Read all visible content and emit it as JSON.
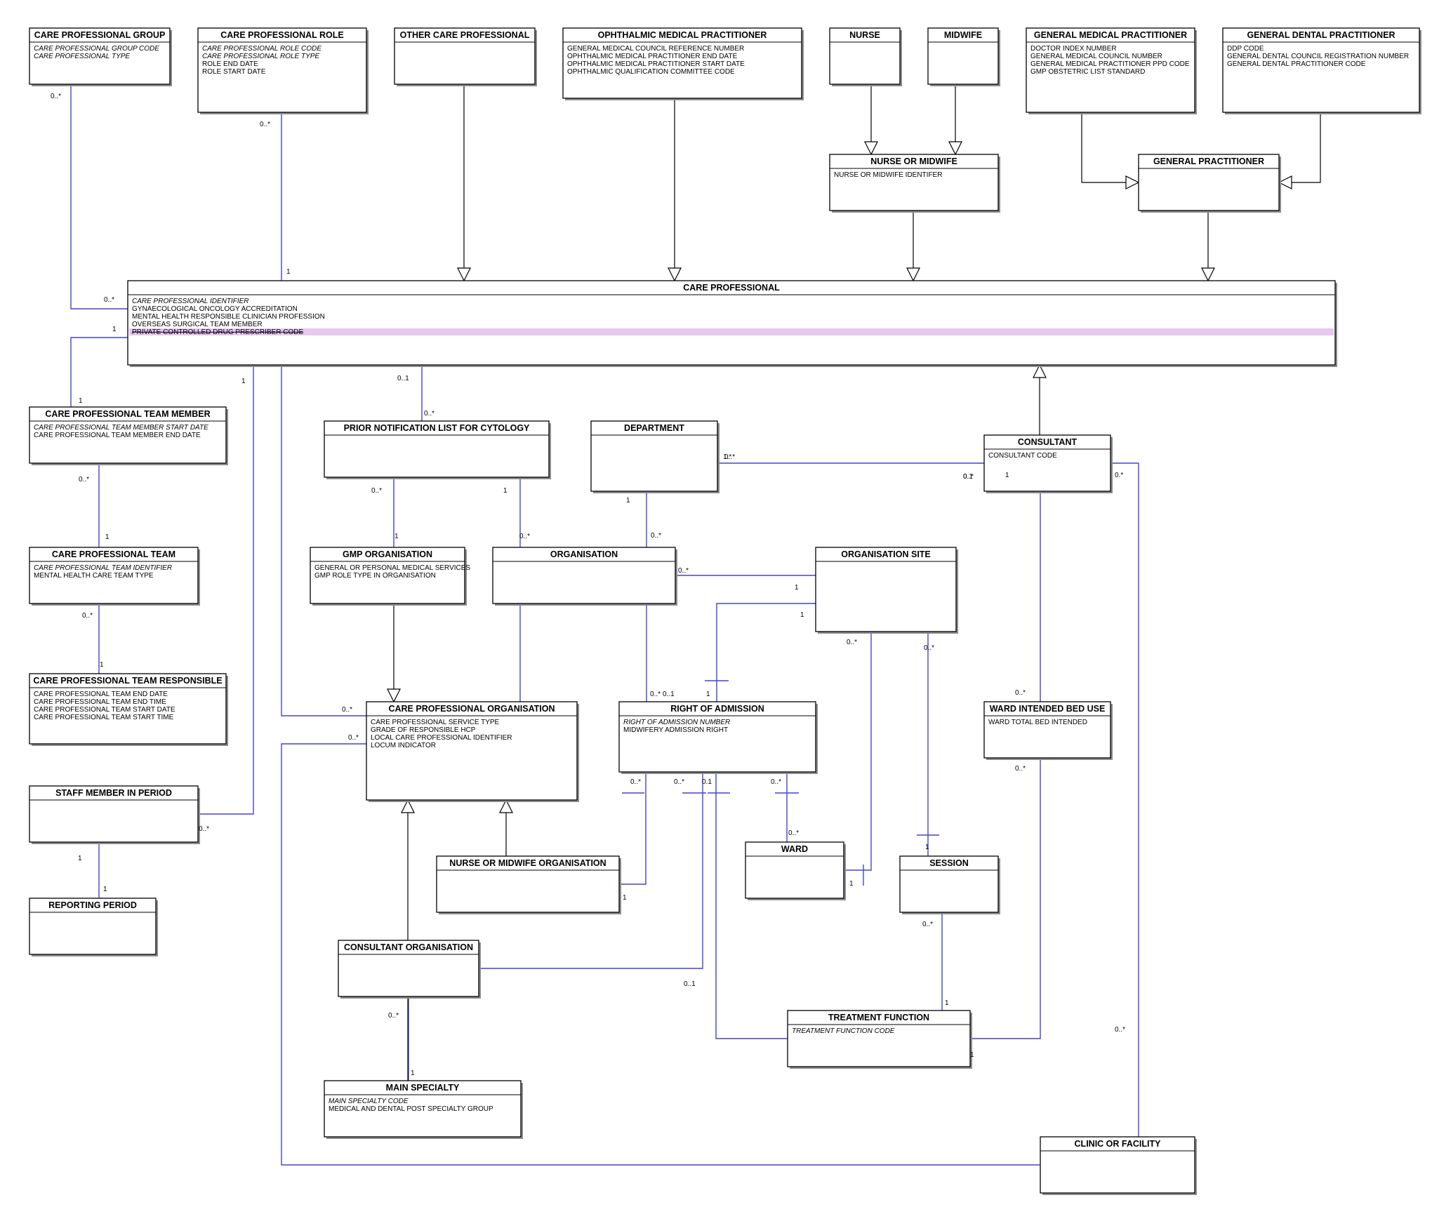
{
  "classes": {
    "cpg": {
      "name": "CARE PROFESSIONAL GROUP",
      "attributes": [
        {
          "text": "CARE PROFESSIONAL GROUP CODE",
          "key": true
        },
        {
          "text": "CARE PROFESSIONAL TYPE",
          "key": true
        }
      ]
    },
    "cpr": {
      "name": "CARE PROFESSIONAL ROLE",
      "attributes": [
        {
          "text": "CARE PROFESSIONAL ROLE CODE",
          "key": true
        },
        {
          "text": "CARE PROFESSIONAL ROLE TYPE",
          "key": true
        },
        {
          "text": "ROLE END DATE"
        },
        {
          "text": "ROLE START DATE"
        }
      ]
    },
    "ocp": {
      "name": "OTHER CARE PROFESSIONAL",
      "attributes": []
    },
    "omp": {
      "name": "OPHTHALMIC MEDICAL PRACTITIONER",
      "attributes": [
        {
          "text": "GENERAL MEDICAL COUNCIL REFERENCE NUMBER"
        },
        {
          "text": "OPHTHALMIC MEDICAL PRACTITIONER END DATE"
        },
        {
          "text": "OPHTHALMIC MEDICAL PRACTITIONER START DATE"
        },
        {
          "text": "OPHTHALMIC QUALIFICATION COMMITTEE CODE"
        }
      ]
    },
    "nurse": {
      "name": "NURSE",
      "attributes": []
    },
    "midwife": {
      "name": "MIDWIFE",
      "attributes": []
    },
    "gmp": {
      "name": "GENERAL MEDICAL PRACTITIONER",
      "attributes": [
        {
          "text": "DOCTOR INDEX NUMBER"
        },
        {
          "text": "GENERAL MEDICAL COUNCIL NUMBER"
        },
        {
          "text": "GENERAL MEDICAL PRACTITIONER PPD CODE"
        },
        {
          "text": "GMP OBSTETRIC LIST STANDARD"
        }
      ]
    },
    "gdp": {
      "name": "GENERAL DENTAL PRACTITIONER",
      "attributes": [
        {
          "text": "DDP CODE"
        },
        {
          "text": "GENERAL DENTAL COUNCIL REGISTRATION NUMBER"
        },
        {
          "text": "GENERAL DENTAL PRACTITIONER CODE"
        }
      ]
    },
    "nom": {
      "name": "NURSE OR MIDWIFE",
      "attributes": [
        {
          "text": "NURSE OR MIDWIFE IDENTIFER"
        }
      ]
    },
    "gp": {
      "name": "GENERAL PRACTITIONER",
      "attributes": []
    },
    "cp": {
      "name": "CARE PROFESSIONAL",
      "attributes": [
        {
          "text": "CARE PROFESSIONAL IDENTIFIER",
          "key": true
        },
        {
          "text": "GYNAECOLOGICAL ONCOLOGY ACCREDITATION"
        },
        {
          "text": "MENTAL HEALTH RESPONSIBLE CLINICIAN PROFESSION"
        },
        {
          "text": "OVERSEAS SURGICAL TEAM MEMBER"
        },
        {
          "text": "PRIVATE CONTROLLED DRUG PRESCRIBER CODE",
          "deprecated": true
        }
      ]
    },
    "cptm": {
      "name": "CARE PROFESSIONAL TEAM MEMBER",
      "attributes": [
        {
          "text": "CARE PROFESSIONAL TEAM MEMBER START DATE",
          "key": true
        },
        {
          "text": "CARE PROFESSIONAL TEAM MEMBER END DATE"
        }
      ]
    },
    "pnlc": {
      "name": "PRIOR NOTIFICATION LIST FOR CYTOLOGY",
      "attributes": []
    },
    "dept": {
      "name": "DEPARTMENT",
      "attributes": []
    },
    "cons": {
      "name": "CONSULTANT",
      "attributes": [
        {
          "text": "CONSULTANT CODE"
        }
      ]
    },
    "cpt": {
      "name": "CARE PROFESSIONAL TEAM",
      "attributes": [
        {
          "text": "CARE PROFESSIONAL TEAM IDENTIFIER",
          "key": true
        },
        {
          "text": "MENTAL HEALTH CARE TEAM TYPE"
        }
      ]
    },
    "gmpo": {
      "name": "GMP ORGANISATION",
      "attributes": [
        {
          "text": "GENERAL OR PERSONAL MEDICAL SERVICES"
        },
        {
          "text": "GMP ROLE TYPE IN ORGANISATION"
        }
      ]
    },
    "org": {
      "name": "ORGANISATION",
      "attributes": []
    },
    "orgsite": {
      "name": "ORGANISATION SITE",
      "attributes": []
    },
    "cptr": {
      "name": "CARE PROFESSIONAL TEAM RESPONSIBLE",
      "attributes": [
        {
          "text": "CARE PROFESSIONAL TEAM END DATE"
        },
        {
          "text": "CARE PROFESSIONAL TEAM END TIME"
        },
        {
          "text": "CARE PROFESSIONAL TEAM START DATE"
        },
        {
          "text": "CARE PROFESSIONAL TEAM START TIME"
        }
      ]
    },
    "cpo": {
      "name": "CARE PROFESSIONAL ORGANISATION",
      "attributes": [
        {
          "text": "CARE PROFESSIONAL SERVICE TYPE"
        },
        {
          "text": "GRADE OF RESPONSIBLE HCP"
        },
        {
          "text": "LOCAL CARE PROFESSIONAL IDENTIFIER"
        },
        {
          "text": "LOCUM INDICATOR"
        }
      ]
    },
    "roa": {
      "name": "RIGHT OF ADMISSION",
      "attributes": [
        {
          "text": "RIGHT OF ADMISSION NUMBER",
          "key": true
        },
        {
          "text": "MIDWIFERY ADMISSION RIGHT"
        }
      ]
    },
    "wibu": {
      "name": "WARD INTENDED BED USE",
      "attributes": [
        {
          "text": "WARD TOTAL BED INTENDED"
        }
      ]
    },
    "smip": {
      "name": "STAFF MEMBER IN PERIOD",
      "attributes": []
    },
    "ward": {
      "name": "WARD",
      "attributes": []
    },
    "session": {
      "name": "SESSION",
      "attributes": []
    },
    "nomo": {
      "name": "NURSE OR MIDWIFE ORGANISATION",
      "attributes": []
    },
    "rp": {
      "name": "REPORTING PERIOD",
      "attributes": []
    },
    "conso": {
      "name": "CONSULTANT ORGANISATION",
      "attributes": []
    },
    "tf": {
      "name": "TREATMENT FUNCTION",
      "attributes": [
        {
          "text": "TREATMENT FUNCTION CODE",
          "key": true
        }
      ]
    },
    "ms": {
      "name": "MAIN SPECIALTY",
      "attributes": [
        {
          "text": "MAIN SPECIALTY CODE",
          "key": true
        },
        {
          "text": "MEDICAL AND DENTAL POST SPECIALTY GROUP"
        }
      ]
    },
    "cof": {
      "name": "CLINIC OR FACILITY",
      "attributes": []
    }
  },
  "multiplicities": [
    "0..*",
    "0..*",
    "1",
    "0..*",
    "1",
    "1",
    "1",
    "0..1",
    "0..*",
    "0..*",
    "0..*",
    "1",
    "1.*",
    "0.1",
    "0.*",
    "0..*",
    "1",
    "0..*",
    "1",
    "0..*",
    "1",
    "1",
    "0..*",
    "1",
    "0..*",
    "0..*",
    "1",
    "1",
    "1",
    "0..*",
    "0..1",
    "0..*",
    "0..*",
    "0..*",
    "0..*",
    "0..*",
    "1",
    "0..*",
    "1",
    "1",
    "0..*",
    "1",
    "0..*",
    "0..1",
    "0.1",
    "0..*",
    "0..*",
    "1",
    "0..*",
    "0..*",
    "1",
    "0..*",
    "1",
    "0..*",
    "1"
  ],
  "colors": {
    "association": "#4444cc",
    "generalization": "#000000",
    "deprecated_text": "#cc3366",
    "deprecated_highlight": "#e6c8f0"
  }
}
